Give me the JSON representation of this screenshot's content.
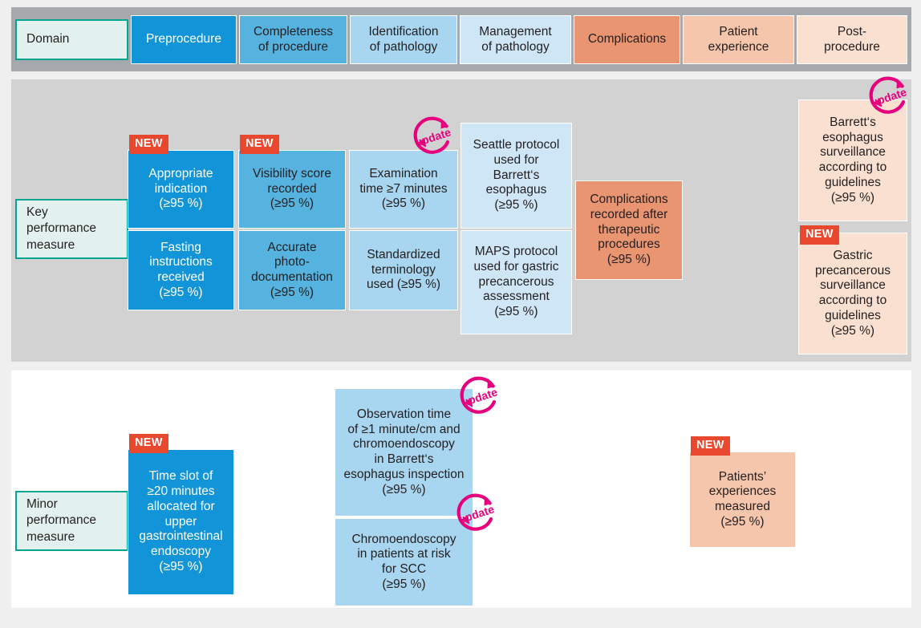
{
  "figure": {
    "type": "quality-indicator-matrix",
    "row_labels": [
      "Domain",
      "Key performance measure",
      "Minor performance measure"
    ],
    "badges": {
      "new_label": "NEW",
      "update_label": "update"
    },
    "colors": {
      "teal_border": "#00a690",
      "teal_fill": "#e3f1ee",
      "new_badge": "#e8482e",
      "update_badge": "#e6007e",
      "band_gray": "#a5a8ac",
      "kpm_gray": "#d2d2d2",
      "mpm_white": "#ffffff",
      "blue_1": "#1295d8",
      "blue_2": "#56b3e0",
      "blue_3": "#a8d5ef",
      "blue_4": "#cfe6f7",
      "orange_1": "#e99572",
      "orange_2": "#f5c6ac",
      "orange_3": "#fae0d1"
    }
  },
  "domains": [
    {
      "id": "domain-label",
      "label": "Domain"
    },
    {
      "id": "preprocedure",
      "label": "Preprocedure"
    },
    {
      "id": "completeness",
      "label": "Completeness\nof procedure"
    },
    {
      "id": "identification",
      "label": "Identification\nof pathology"
    },
    {
      "id": "management",
      "label": "Management\nof pathology"
    },
    {
      "id": "complications",
      "label": "Complications"
    },
    {
      "id": "patient-exp",
      "label": "Patient\nexperience"
    },
    {
      "id": "postprocedure",
      "label": "Post-\nprocedure"
    }
  ],
  "key_performance_measures": {
    "row_label": "Key\nperformance\nmeasure",
    "items": [
      {
        "id": "appropriate-indication",
        "column": "preprocedure",
        "text": "Appropriate\nindication\n(≥95 %)",
        "new": true,
        "update": false
      },
      {
        "id": "fasting-instructions",
        "column": "preprocedure",
        "text": "Fasting\ninstructions\nreceived\n(≥95 %)",
        "new": false,
        "update": false
      },
      {
        "id": "visibility-score",
        "column": "completeness",
        "text": "Visibility score\nrecorded\n(≥95 %)",
        "new": true,
        "update": false
      },
      {
        "id": "accurate-photodocumentation",
        "column": "completeness",
        "text": "Accurate\nphoto-\ndocumentation\n(≥95 %)",
        "new": false,
        "update": false
      },
      {
        "id": "examination-time",
        "column": "identification",
        "text": "Examination\ntime ≥7 minutes\n(≥95 %)",
        "new": false,
        "update": true
      },
      {
        "id": "standardized-terminology",
        "column": "identification",
        "text": "Standardized\nterminology\nused (≥95 %)",
        "new": false,
        "update": false
      },
      {
        "id": "seattle-protocol",
        "column": "management",
        "text": "Seattle protocol\nused for\nBarrett‘s\nesophagus\n(≥95 %)",
        "new": false,
        "update": false
      },
      {
        "id": "maps-protocol",
        "column": "management",
        "text": "MAPS protocol\nused for gastric\nprecancerous\nassessment\n(≥95 %)",
        "new": false,
        "update": false
      },
      {
        "id": "complications-recorded",
        "column": "complications",
        "text": "Complications\nrecorded after\ntherapeutic\nprocedures\n(≥95 %)",
        "new": false,
        "update": false
      },
      {
        "id": "barretts-surveillance",
        "column": "postprocedure",
        "text": "Barrett‘s\nesophagus\nsurveillance\naccording to\nguidelines\n(≥95 %)",
        "new": false,
        "update": true
      },
      {
        "id": "gastric-surveillance",
        "column": "postprocedure",
        "text": "Gastric\nprecancerous\nsurveillance\naccording to\nguidelines\n(≥95 %)",
        "new": true,
        "update": false
      }
    ]
  },
  "minor_performance_measures": {
    "row_label": "Minor\nperformance\nmeasure",
    "items": [
      {
        "id": "time-slot",
        "column": "preprocedure",
        "text": "Time slot of\n≥20 minutes\nallocated for\nupper\ngastrointestinal\nendoscopy\n(≥95 %)",
        "new": true,
        "update": false
      },
      {
        "id": "observation-time",
        "column": "identification",
        "text": "Observation time\nof ≥1 minute/cm and\nchromoendoscopy\nin Barrett‘s\nesophagus inspection\n(≥95 %)",
        "new": false,
        "update": true
      },
      {
        "id": "chromoendoscopy-scc",
        "column": "identification",
        "text": "Chromoendoscopy\nin patients at risk\nfor SCC\n(≥95 %)",
        "new": false,
        "update": true
      },
      {
        "id": "patients-experiences",
        "column": "patient-exp",
        "text": "Patients’\nexperiences\nmeasured\n(≥95 %)",
        "new": true,
        "update": false
      }
    ]
  }
}
